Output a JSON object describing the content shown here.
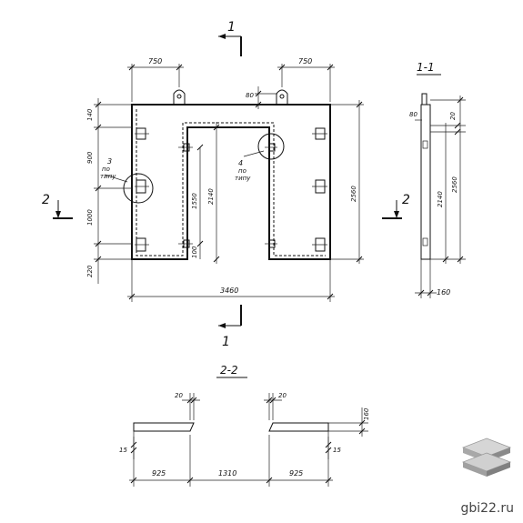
{
  "sections": {
    "cut_1": "1",
    "cut_2": "2",
    "view_1_title": "1-1",
    "view_2_title": "2-2"
  },
  "plan_dims": {
    "top_left": "750",
    "top_right": "750",
    "lug_80": "80",
    "left_140": "140",
    "left_900": "900",
    "left_1000": "1000",
    "left_220": "220",
    "inner_2140": "2140",
    "inner_1550": "1550",
    "inner_100": "100",
    "right_2560": "2560",
    "bottom_3460": "3460"
  },
  "callouts": {
    "c3_num": "3",
    "c3_line1": "по",
    "c3_line2": "типу",
    "c4_num": "4",
    "c4_line1": "по",
    "c4_line2": "типу"
  },
  "side_dims": {
    "d80": "80",
    "d20": "20",
    "d2140": "2140",
    "d2560": "2560",
    "d160": "160"
  },
  "section_dims": {
    "d20_left": "20",
    "d20_right": "20",
    "d160": "160",
    "d15_left": "15",
    "d15_right": "15",
    "d925_left": "925",
    "d1310": "1310",
    "d925_right": "925"
  },
  "watermark": "gbi22.ru",
  "colors": {
    "ink": "#111111",
    "logo_top": "#c8c8c8",
    "logo_side": "#8a8a8a"
  }
}
